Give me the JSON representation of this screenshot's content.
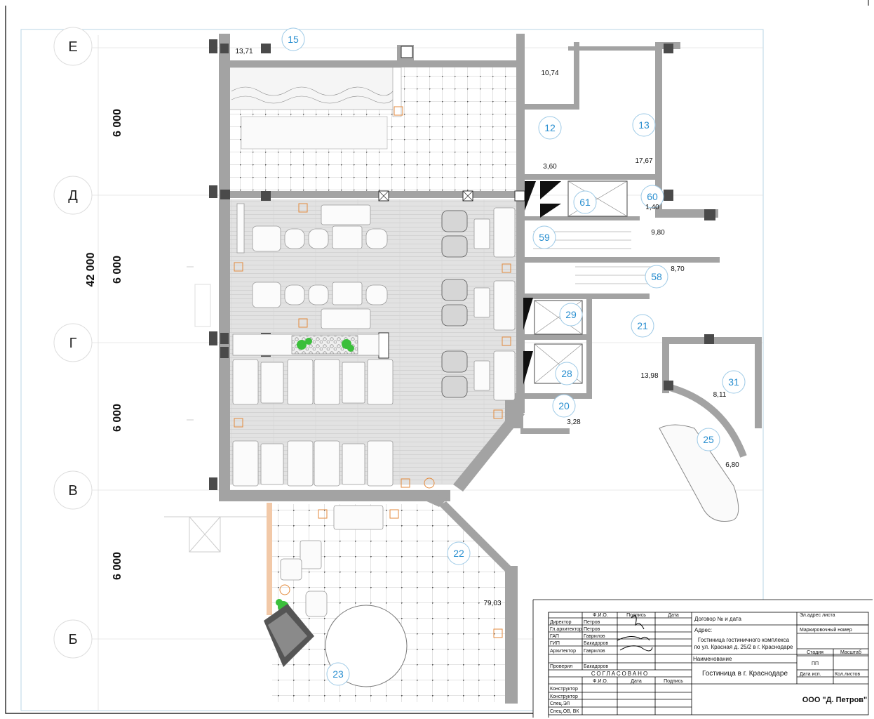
{
  "axes": {
    "rows": [
      "Е",
      "Д",
      "Г",
      "В",
      "Б"
    ],
    "dimensions": [
      "6 000",
      "6 000",
      "6 000",
      "6 000"
    ],
    "total_dimension": "42 000"
  },
  "rooms": [
    {
      "number": "15",
      "area": "13,71"
    },
    {
      "number": "",
      "area": "10,74"
    },
    {
      "number": "12",
      "area": "3,60"
    },
    {
      "number": "13",
      "area": "17,67"
    },
    {
      "number": "60",
      "area": "1,40"
    },
    {
      "number": "61",
      "area": ""
    },
    {
      "number": "59",
      "area": "9,80"
    },
    {
      "number": "58",
      "area": "8,70"
    },
    {
      "number": "29",
      "area": ""
    },
    {
      "number": "21",
      "area": "13,98"
    },
    {
      "number": "28",
      "area": ""
    },
    {
      "number": "31",
      "area": "8,11"
    },
    {
      "number": "20",
      "area": "3,28"
    },
    {
      "number": "25",
      "area": "6,80"
    },
    {
      "number": "22",
      "area": "79,03"
    },
    {
      "number": "23",
      "area": ""
    }
  ],
  "title_block": {
    "header": {
      "fio": "Ф.И.О.",
      "signature": "Подпись",
      "date": "Дата"
    },
    "staff": [
      {
        "role": "Директор",
        "name": "Петров"
      },
      {
        "role": "Гл.архитектор",
        "name": "Петров"
      },
      {
        "role": "ГАП",
        "name": "Гаврилов"
      },
      {
        "role": "ГИП",
        "name": "Бакадоров"
      },
      {
        "role": "Архитектор",
        "name": "Гаврилов"
      }
    ],
    "checked": {
      "role": "Проверил",
      "name": "Бакадоров"
    },
    "agreed": "СОГЛАСОВАНО",
    "agreed_header": {
      "fio": "Ф.И.О.",
      "date": "Дата",
      "signature": "Подпись"
    },
    "agreed_roles": [
      "Конструктор",
      "Конструктор",
      "Спец.ЭЛ",
      "Спец.ОВ, ВК"
    ],
    "contract": "Договор № и дата",
    "address_label": "Адрес:",
    "address_line1": "Гостиница гостиничного комплекса",
    "address_line2": "по ул. Красная д. 25/2 в г. Краснодаре",
    "name_label": "Наименование",
    "name_value": "Гостиница в г. Краснодаре",
    "email_label": "Эл.адрес листа",
    "marking_label": "Маркировочный номер",
    "stage_label": "Стадия",
    "scale_label": "Масштаб",
    "stage_value": "ПП",
    "issue_date_label": "Дата исп.",
    "sheets_label": "Кол.листов",
    "company": "ООО \"Д. Петров\""
  }
}
